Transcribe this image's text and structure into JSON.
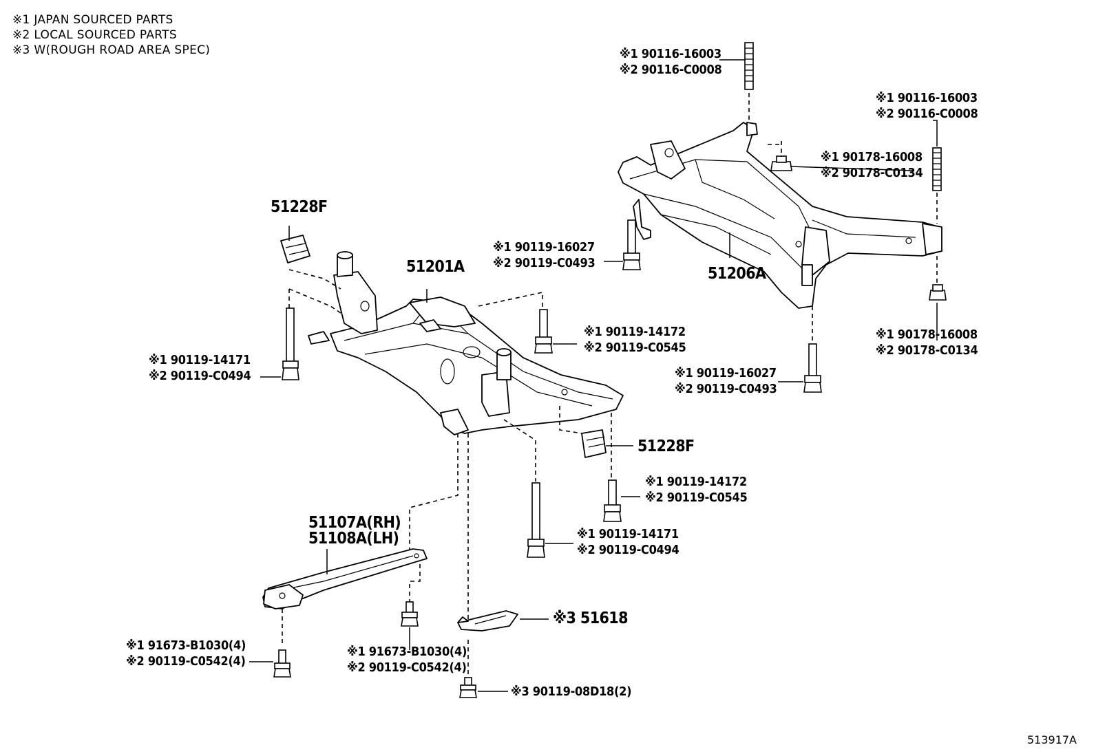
{
  "notes": [
    "※1 JAPAN SOURCED PARTS",
    "※2 LOCAL SOURCED PARTS",
    "※3 W(ROUGH ROAD AREA SPEC)"
  ],
  "figure_code": "513917A",
  "parts": {
    "p51228F_top": "51228F",
    "p51201A": "51201A",
    "p51206A": "51206A",
    "p51228F_mid": "51228F",
    "p51107A": "51107A(RH)",
    "p51108A": "51108A(LH)",
    "p51618": "※3 51618"
  },
  "callouts": {
    "rear_stud_left_1": "※1 90116-16003",
    "rear_stud_left_2": "※2 90116-C0008",
    "rear_stud_right_1": "※1 90116-16003",
    "rear_stud_right_2": "※2 90116-C0008",
    "rear_nut_top_1": "※1 90178-16008",
    "rear_nut_top_2": "※2 90178-C0134",
    "rear_bolt_left_1": "※1 90119-16027",
    "rear_bolt_left_2": "※2 90119-C0493",
    "rear_nut_bottom_1": "※1 90178-16008",
    "rear_nut_bottom_2": "※2 90178-C0134",
    "rear_bolt_center_1": "※1 90119-16027",
    "rear_bolt_center_2": "※2 90119-C0493",
    "front_bolt_rt_1": "※1 90119-14172",
    "front_bolt_rt_2": "※2 90119-C0545",
    "front_bolt_lt_1": "※1 90119-14171",
    "front_bolt_lt_2": "※2 90119-C0494",
    "front_bolt_rb_1": "※1 90119-14172",
    "front_bolt_rb_2": "※2 90119-C0545",
    "front_bolt_cb_1": "※1 90119-14171",
    "front_bolt_cb_2": "※2 90119-C0494",
    "brace_bolt_l_1": "※1 91673-B1030(4)",
    "brace_bolt_l_2": "※2 90119-C0542(4)",
    "brace_bolt_r_1": "※1 91673-B1030(4)",
    "brace_bolt_r_2": "※2 90119-C0542(4)",
    "guard_bolt": "※3 90119-08D18(2)"
  }
}
